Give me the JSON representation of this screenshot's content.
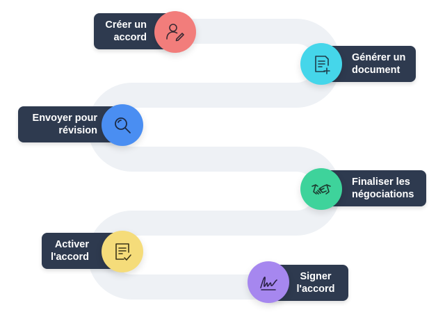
{
  "steps": [
    {
      "line1": "Créer un",
      "line2": "accord",
      "icon": "user-edit-icon",
      "color": "#f27d7b"
    },
    {
      "line1": "Générer un",
      "line2": "document",
      "icon": "document-add-icon",
      "color": "#45d6ea"
    },
    {
      "line1": "Envoyer pour",
      "line2": "révision",
      "icon": "magnifier-icon",
      "color": "#4a8ef2"
    },
    {
      "line1": "Finaliser les",
      "line2": "négociations",
      "icon": "handshake-icon",
      "color": "#3ed39b"
    },
    {
      "line1": "Activer",
      "line2": "l'accord",
      "icon": "checklist-document-icon",
      "color": "#f5dc7a"
    },
    {
      "line1": "Signer",
      "line2": "l'accord",
      "icon": "signature-icon",
      "color": "#a687ef"
    }
  ],
  "colors": {
    "road": "#eef1f5",
    "label_bg": "#2e3a4f"
  }
}
